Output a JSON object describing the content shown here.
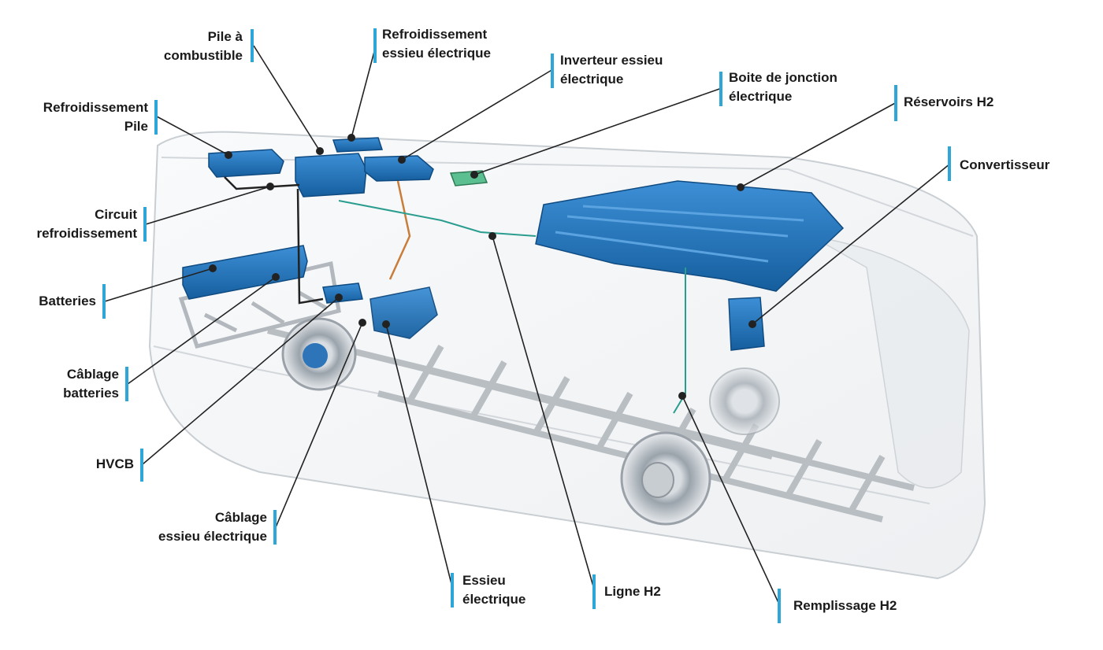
{
  "labels": {
    "pile_combustible": [
      "Pile à",
      "combustible"
    ],
    "refroidissement_essieu": [
      "Refroidissement",
      "essieu électrique"
    ],
    "inverteur_essieu": [
      "Inverteur essieu",
      "électrique"
    ],
    "boite_jonction": [
      "Boite de jonction",
      "électrique"
    ],
    "reservoirs_h2": [
      "Réservoirs H2"
    ],
    "convertisseur": [
      "Convertisseur"
    ],
    "refroidissement_pile": [
      "Refroidissement",
      "Pile"
    ],
    "circuit_refroidissement": [
      "Circuit",
      "refroidissement"
    ],
    "batteries": [
      "Batteries"
    ],
    "cablage_batteries": [
      "Câblage",
      "batteries"
    ],
    "hvcb": [
      "HVCB"
    ],
    "cablage_essieu": [
      "Câblage",
      "essieu électrique"
    ],
    "essieu_electrique": [
      "Essieu",
      "électrique"
    ],
    "ligne_h2": [
      "Ligne H2"
    ],
    "remplissage_h2": [
      "Remplissage H2"
    ]
  },
  "colors": {
    "accent_bar": "#2ea6d8",
    "component_blue": "#1f6fb3",
    "junction_box_green": "#4caf84",
    "leader_line": "#222222"
  }
}
